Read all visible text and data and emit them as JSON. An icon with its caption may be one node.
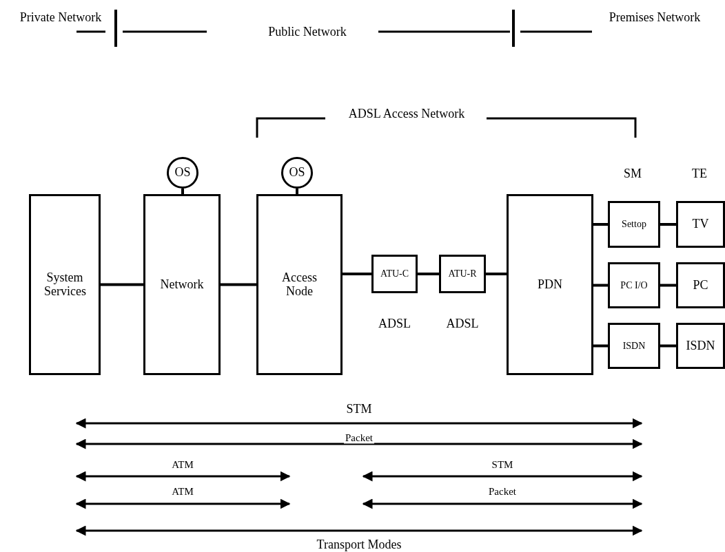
{
  "diagram": {
    "nodes": [
      {
        "text": [
          "OS"
        ]
      },
      {
        "text": [
          "OS"
        ]
      },
      {
        "text": [
          "System Services"
        ]
      },
      {
        "text": [
          "Network"
        ]
      },
      {
        "text": [
          "Access Node"
        ]
      },
      {
        "text": [
          "ATU-C"
        ],
        "beside": [
          "ADSL"
        ]
      },
      {
        "text": [
          "ATU-R"
        ],
        "beside": [
          "ADSL"
        ]
      },
      {
        "text": [
          "PDN"
        ]
      },
      {
        "text": [
          "Settop"
        ]
      },
      {
        "text": [
          "TV"
        ]
      },
      {
        "text": [
          "PC I/O"
        ]
      },
      {
        "text": [
          "PC"
        ]
      },
      {
        "text": [
          "ISDN"
        ]
      },
      {
        "text": [
          "ISDN"
        ]
      }
    ],
    "edges": [
      {
        "from": 0,
        "to": 3,
        "arrow": "none"
      },
      {
        "from": 1,
        "to": 4,
        "arrow": "none"
      },
      {
        "from": 2,
        "to": 3,
        "arrow": "none"
      },
      {
        "from": 3,
        "to": 4,
        "arrow": "none"
      },
      {
        "from": 4,
        "to": 5,
        "arrow": "none"
      },
      {
        "from": 5,
        "to": 6,
        "arrow": "none"
      },
      {
        "from": 6,
        "to": 7,
        "arrow": "none"
      },
      {
        "from": 7,
        "to": 8,
        "arrow": "none"
      },
      {
        "from": 7,
        "to": 10,
        "arrow": "none"
      },
      {
        "from": 7,
        "to": 12,
        "arrow": "none"
      },
      {
        "from": 8,
        "to": 9,
        "arrow": "none"
      },
      {
        "from": 10,
        "to": 11,
        "arrow": "none"
      },
      {
        "from": 12,
        "to": 13,
        "arrow": "none"
      }
    ],
    "labels": [
      "Private Network",
      "Public Network",
      "Premises Network",
      "ADSL Access Network",
      "SM",
      "TE",
      "STM",
      "Packet",
      "ATM",
      "STM",
      "ATM",
      "Packet",
      "Transport Modes"
    ]
  }
}
